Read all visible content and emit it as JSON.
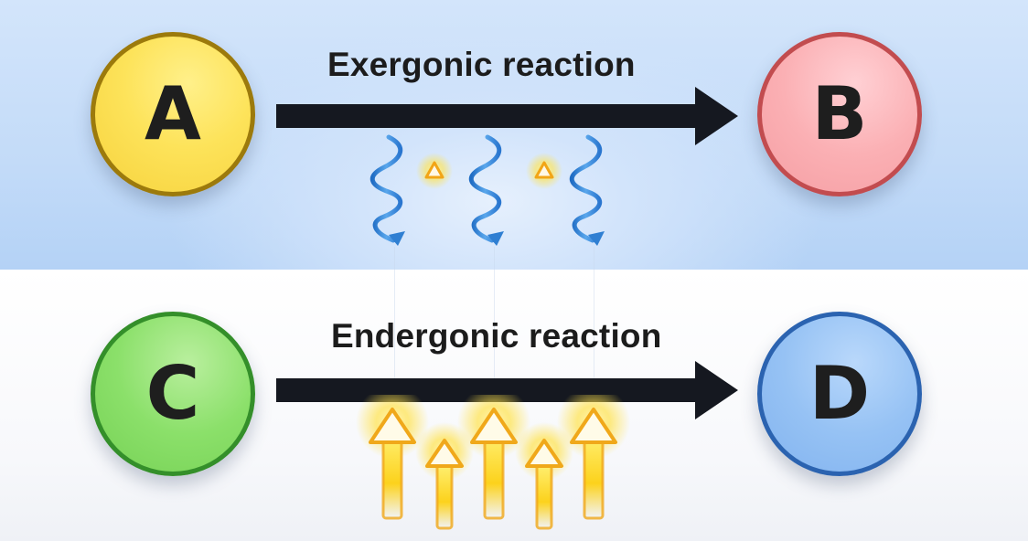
{
  "top_reaction": {
    "title": "Exergonic reaction",
    "reactant": {
      "label": "A",
      "fill": "#fde35a",
      "stroke": "#9c7a0c"
    },
    "product": {
      "label": "B",
      "fill": "#fbb0b4",
      "stroke": "#c24c4f"
    },
    "energy_released_icons": {
      "squiggle_arrows": 3,
      "spark_triangles": 2,
      "squiggle_color": "#2f7fd2",
      "spark_color": "#f7b21c"
    },
    "background_color": "#c3dbf8"
  },
  "bottom_reaction": {
    "title": "Endergonic reaction",
    "reactant": {
      "label": "C",
      "fill": "#8be06a",
      "stroke": "#348f2a"
    },
    "product": {
      "label": "D",
      "fill": "#96c2f4",
      "stroke": "#2b63b0"
    },
    "energy_input_icons": {
      "glowing_up_arrows": 5,
      "arrow_color": "#fbd21c"
    },
    "background_color": "#f7f8fb"
  },
  "arrow_color": "#151820"
}
